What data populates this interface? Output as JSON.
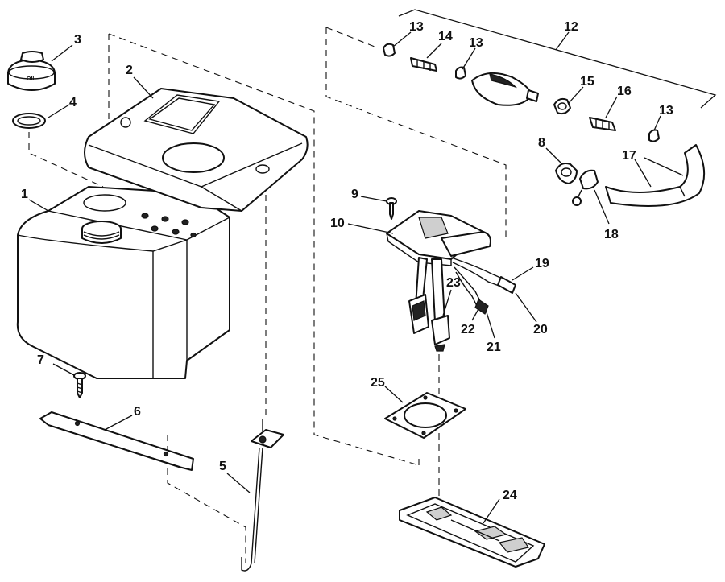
{
  "labels": {
    "p1": "1",
    "p2": "2",
    "p3": "3",
    "p4": "4",
    "p5": "5",
    "p6": "6",
    "p7": "7",
    "p8": "8",
    "p9": "9",
    "p10": "10",
    "p12": "12",
    "p13a": "13",
    "p13b": "13",
    "p13c": "13",
    "p14": "14",
    "p15": "15",
    "p16": "16",
    "p17": "17",
    "p18": "18",
    "p19": "19",
    "p20": "20",
    "p21": "21",
    "p22": "22",
    "p23": "23",
    "p24": "24",
    "p25": "25"
  },
  "cap_marking": "OIL"
}
